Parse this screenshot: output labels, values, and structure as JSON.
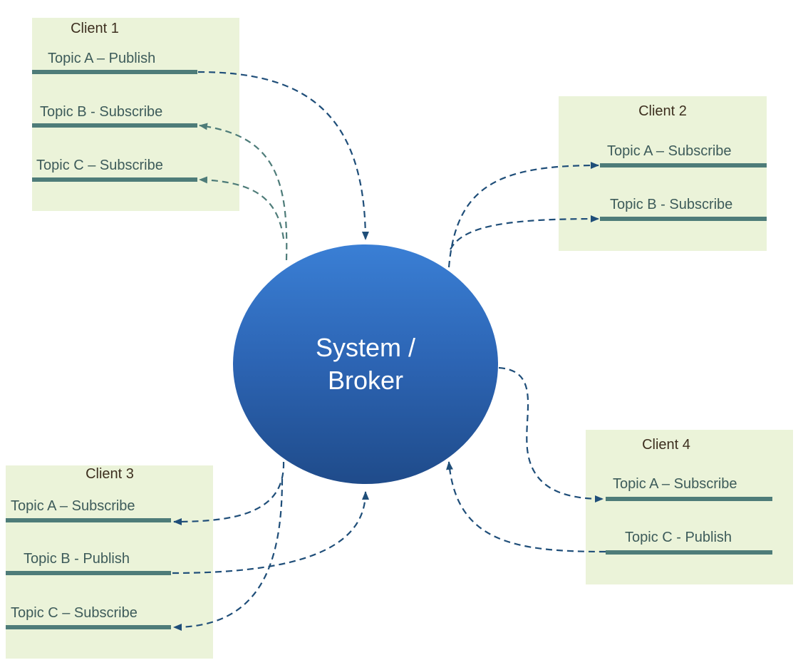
{
  "broker": {
    "label": "System /\nBroker",
    "fill_top": "#3a7fd5",
    "fill_bottom": "#1f4b8a"
  },
  "colors": {
    "client_box": "#ebf3d9",
    "topic_bar": "#4e7c79",
    "arrow": "#1f4e79",
    "topic_text": "#3d5b5a"
  },
  "clients": [
    {
      "title": "Client 1",
      "topics": [
        {
          "label": "Topic A – Publish"
        },
        {
          "label": "Topic B - Subscribe"
        },
        {
          "label": "Topic C – Subscribe"
        }
      ]
    },
    {
      "title": "Client 2",
      "topics": [
        {
          "label": "Topic A – Subscribe"
        },
        {
          "label": "Topic B - Subscribe"
        }
      ]
    },
    {
      "title": "Client 3",
      "topics": [
        {
          "label": "Topic A – Subscribe"
        },
        {
          "label": "Topic B - Publish"
        },
        {
          "label": "Topic C – Subscribe"
        }
      ]
    },
    {
      "title": "Client 4",
      "topics": [
        {
          "label": "Topic A – Subscribe"
        },
        {
          "label": "Topic C - Publish"
        }
      ]
    }
  ]
}
